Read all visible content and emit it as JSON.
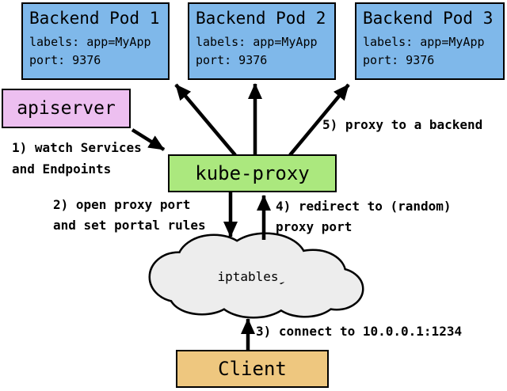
{
  "colors": {
    "pod_fill": "#7fb8ea",
    "apiserver_fill": "#edbff0",
    "kube_proxy_fill": "#abe87e",
    "client_fill": "#eec77f",
    "cloud_fill": "#ededed",
    "line_color": "#000000",
    "canvas_bg": "#ffffff"
  },
  "pods": [
    {
      "title": "Backend Pod 1",
      "labels_line": "labels: app=MyApp",
      "port_line": "port: 9376"
    },
    {
      "title": "Backend Pod 2",
      "labels_line": "labels: app=MyApp",
      "port_line": "port: 9376"
    },
    {
      "title": "Backend Pod 3",
      "labels_line": "labels: app=MyApp",
      "port_line": "port: 9376"
    }
  ],
  "nodes": {
    "apiserver": "apiserver",
    "kube_proxy": "kube-proxy",
    "iptables": "iptables",
    "client": "Client"
  },
  "steps": {
    "s1": {
      "line1": "1) watch Services",
      "line2": "and Endpoints"
    },
    "s2": {
      "line1": "2) open proxy port",
      "line2": "and set portal rules"
    },
    "s3": {
      "line1": "3) connect to 10.0.0.1:1234"
    },
    "s4": {
      "line1": "4) redirect to (random)",
      "line2": "proxy port"
    },
    "s5": {
      "line1": "5) proxy to a backend"
    }
  }
}
